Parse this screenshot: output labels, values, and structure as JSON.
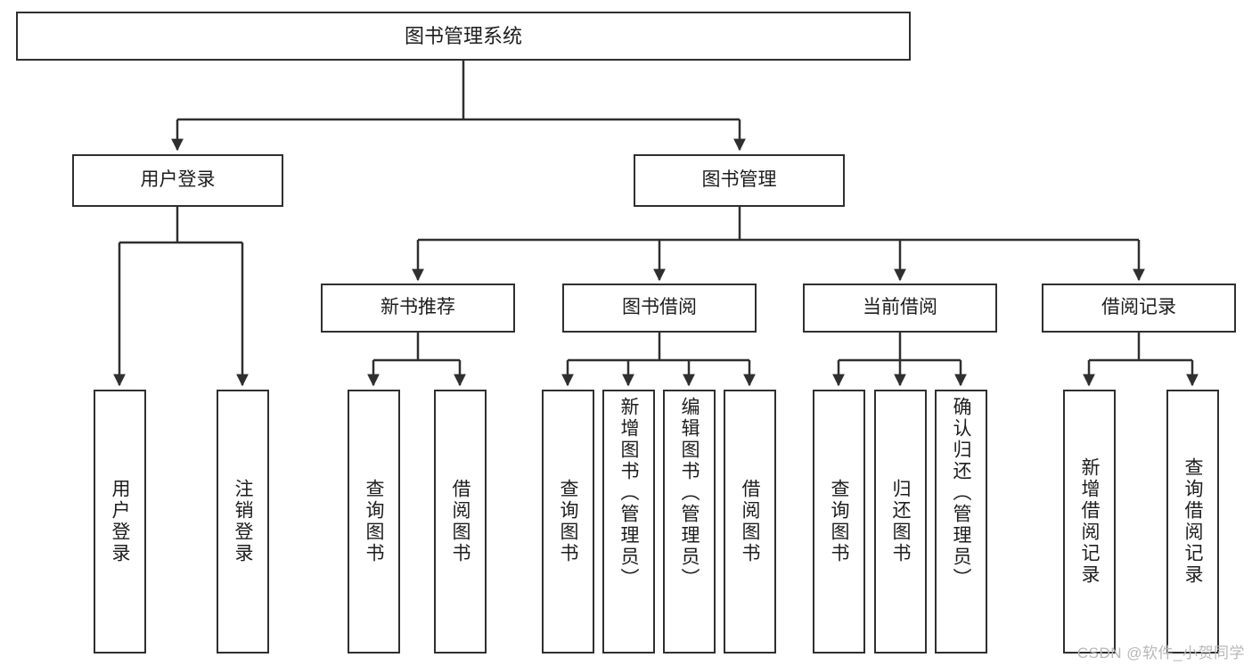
{
  "diagram": {
    "type": "tree-hierarchy",
    "title_node": "图书管理系统",
    "watermark": "CSDN @软件_小贺同学",
    "colors": {
      "stroke": "#2f2f2f",
      "fill": "#ffffff",
      "text": "#1d1d1d",
      "watermark": "#b8b8b8"
    },
    "level2": [
      {
        "id": "user-login",
        "label": "用户登录"
      },
      {
        "id": "book-management",
        "label": "图书管理"
      }
    ],
    "level3": [
      {
        "id": "new-book-recommend",
        "label": "新书推荐"
      },
      {
        "id": "book-borrow",
        "label": "图书借阅"
      },
      {
        "id": "current-borrow",
        "label": "当前借阅"
      },
      {
        "id": "borrow-record",
        "label": "借阅记录"
      }
    ],
    "leaves": {
      "user_login": [
        {
          "id": "leaf-user-login",
          "label": "用户登录"
        },
        {
          "id": "leaf-logout",
          "label": "注销登录"
        }
      ],
      "new_book_recommend": [
        {
          "id": "leaf-query-book-1",
          "label": "查询图书"
        },
        {
          "id": "leaf-borrow-book-1",
          "label": "借阅图书"
        }
      ],
      "book_borrow": [
        {
          "id": "leaf-query-book-2",
          "label": "查询图书"
        },
        {
          "id": "leaf-add-book",
          "label": "新增图书（管理员）"
        },
        {
          "id": "leaf-edit-book",
          "label": "编辑图书（管理员）"
        },
        {
          "id": "leaf-borrow-book-2",
          "label": "借阅图书"
        }
      ],
      "current_borrow": [
        {
          "id": "leaf-query-book-3",
          "label": "查询图书"
        },
        {
          "id": "leaf-return-book",
          "label": "归还图书"
        },
        {
          "id": "leaf-confirm-return",
          "label": "确认归还（管理员）"
        }
      ],
      "borrow_record": [
        {
          "id": "leaf-add-record",
          "label": "新增借阅记录"
        },
        {
          "id": "leaf-query-record",
          "label": "查询借阅记录"
        }
      ]
    }
  }
}
